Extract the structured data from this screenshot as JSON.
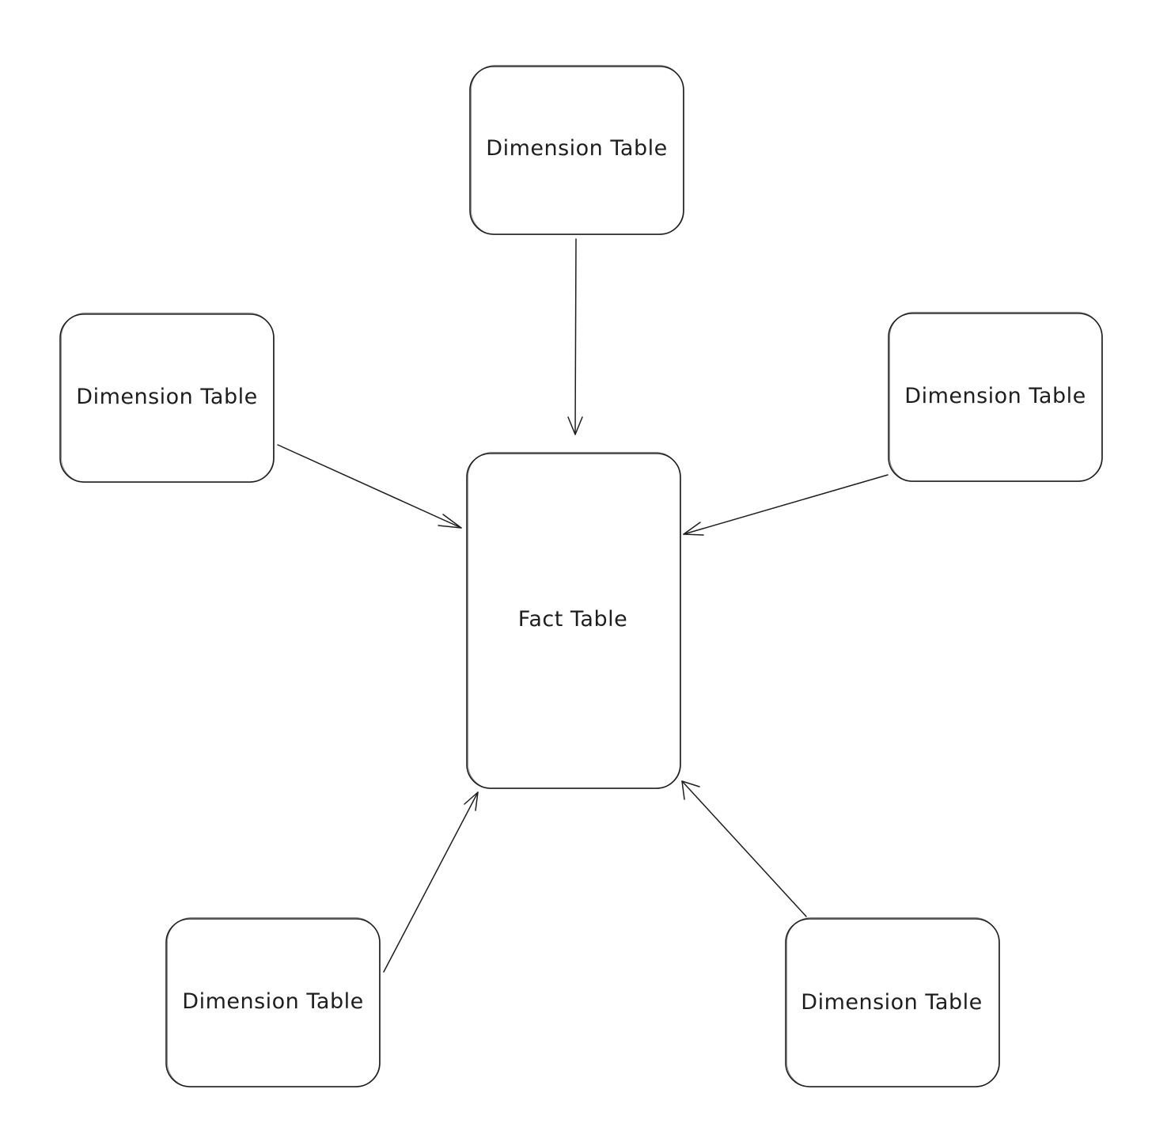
{
  "diagram": {
    "nodes": [
      {
        "id": "dim-top",
        "label": "Dimension Table"
      },
      {
        "id": "dim-left",
        "label": "Dimension Table"
      },
      {
        "id": "dim-right",
        "label": "Dimension Table"
      },
      {
        "id": "fact",
        "label": "Fact Table"
      },
      {
        "id": "dim-bottom-left",
        "label": "Dimension Table"
      },
      {
        "id": "dim-bottom-right",
        "label": "Dimension Table"
      }
    ],
    "edges": [
      {
        "from": "dim-top",
        "to": "fact"
      },
      {
        "from": "dim-left",
        "to": "fact"
      },
      {
        "from": "dim-right",
        "to": "fact"
      },
      {
        "from": "dim-bottom-left",
        "to": "fact"
      },
      {
        "from": "dim-bottom-right",
        "to": "fact"
      }
    ],
    "stroke_color": "#1e1e1e",
    "background_color": "#ffffff"
  }
}
